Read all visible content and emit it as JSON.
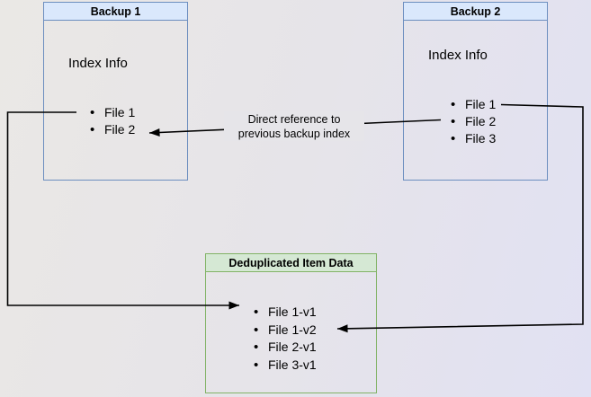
{
  "diagram": {
    "backup1": {
      "title": "Backup 1",
      "subtitle": "Index Info",
      "files": [
        "File 1",
        "File 2"
      ]
    },
    "backup2": {
      "title": "Backup 2",
      "subtitle": "Index Info",
      "files": [
        "File 1",
        "File 2",
        "File 3"
      ]
    },
    "dedup": {
      "title": "Deduplicated Item Data",
      "files": [
        "File 1-v1",
        "File 1-v2",
        "File 2-v1",
        "File 3-v1"
      ]
    },
    "annotation": {
      "line1": "Direct reference to",
      "line2": "previous backup index"
    },
    "edges": [
      {
        "from": "Backup 1 / File 1",
        "to": "Deduplicated Item Data / File 1-v1",
        "label": ""
      },
      {
        "from": "Backup 2 / File 2",
        "to": "Backup 1 / File 2",
        "label": "Direct reference to previous backup index"
      },
      {
        "from": "Backup 2 / File 1",
        "to": "Deduplicated Item Data / File 1-v2",
        "label": ""
      }
    ],
    "colors": {
      "blue_fill": "#dae8fc",
      "blue_border": "#6c8ebf",
      "green_fill": "#d5e8d4",
      "green_border": "#82b366",
      "edge_color": "#000000",
      "label_bg": "#e6e5e9"
    }
  }
}
